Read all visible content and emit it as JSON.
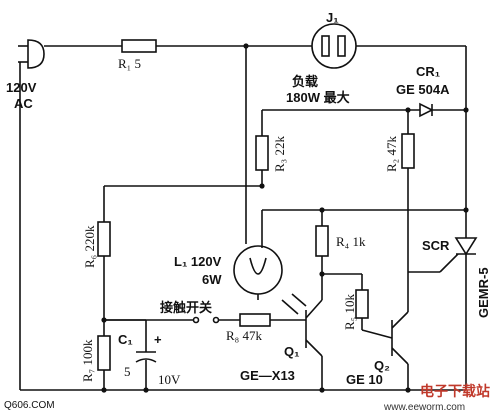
{
  "labels": {
    "j1": "J₁",
    "ac": "120V",
    "ac2": "AC",
    "r1": "R₁ 5",
    "load1": "负载",
    "load2": "180W 最大",
    "cr1": "CR₁",
    "cr1_part": "GE 504A",
    "r3": "R₃ 22k",
    "r2": "R₂ 47k",
    "r6": "R₆ 220k",
    "l1": "L₁ 120V",
    "l1w": "6W",
    "r4": "R₄ 1k",
    "scr": "SCR",
    "gemr": "GEMR-5",
    "r5": "R₅ 10k",
    "touch": "接触开关",
    "r7": "R₇ 100k",
    "c1": "C₁",
    "c1_plus": "+",
    "c1_v": "5",
    "c1_v2": "10V",
    "r8": "R₈ 47k",
    "q1": "Q₁",
    "q2": "Q₂",
    "q1_part": "GE—X13",
    "q2_part": "GE 10",
    "site_left": "Q606.COM",
    "wm_logo": "电子下载站",
    "wm_url": "www.eeworm.com"
  }
}
